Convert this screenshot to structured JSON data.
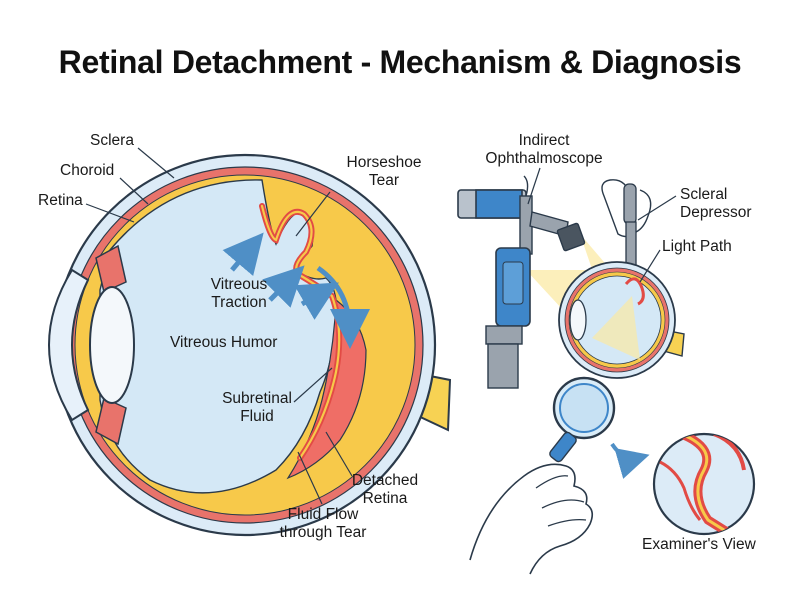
{
  "title": "Retinal Detachment - Mechanism & Diagnosis",
  "labels": {
    "sclera": "Sclera",
    "choroid": "Choroid",
    "retina": "Retina",
    "horseshoe_tear_1": "Horseshoe",
    "horseshoe_tear_2": "Tear",
    "vitreous_traction_1": "Vitreous",
    "vitreous_traction_2": "Traction",
    "vitreous_humor": "Vitreous Humor",
    "subretinal_fluid_1": "Subretinal",
    "subretinal_fluid_2": "Fluid",
    "detached_retina_1": "Detached",
    "detached_retina_2": "Retina",
    "fluid_flow_1": "Fluid Flow",
    "fluid_flow_2": "through Tear",
    "indirect_ophthalmoscope_1": "Indirect",
    "indirect_ophthalmoscope_2": "Ophthalmoscope",
    "scleral_depressor_1": "Scleral",
    "scleral_depressor_2": "Depressor",
    "light_path": "Light Path",
    "examiners_view": "Examiner's View"
  },
  "colors": {
    "sclera_fill": "#dcebf7",
    "outline": "#2b3a4a",
    "choroid": "#e8736b",
    "retina": "#f7c94a",
    "vitreous": "#d4e8f6",
    "subretinal_fluid": "#ef6e66",
    "optic_nerve": "#f7d253",
    "arrow": "#4f8fc6",
    "device_blue": "#3e86c9",
    "device_gray": "#9aa3ad",
    "light_beam": "#fbeaa4"
  },
  "icons": [
    "hand-icon",
    "magnifier-lens-icon",
    "ophthalmoscope-icon",
    "scleral-depressor-icon"
  ]
}
